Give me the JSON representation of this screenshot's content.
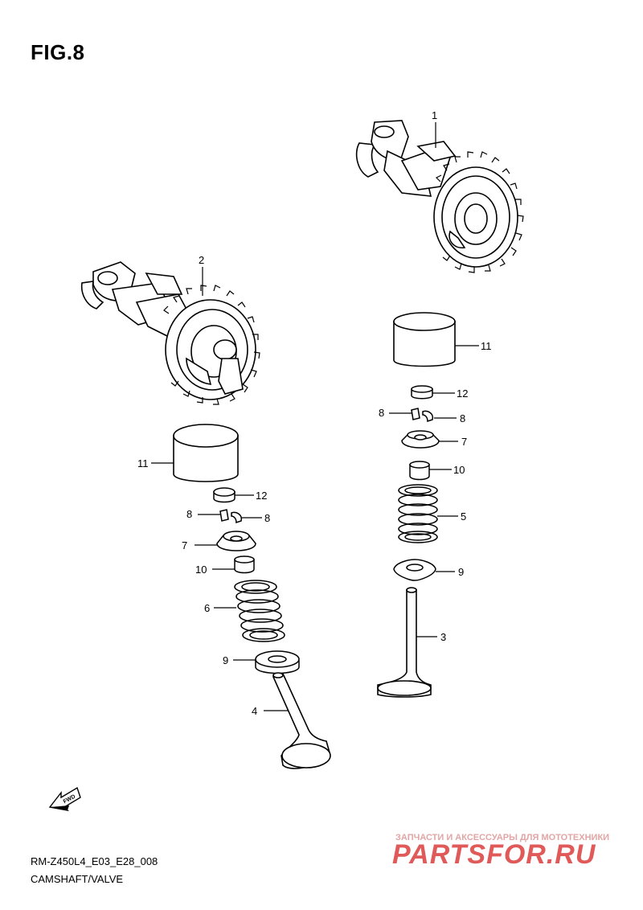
{
  "figure": {
    "title": "FIG.8",
    "model_code": "RM-Z450L4_E03_E28_008",
    "section_name": "CAMSHAFT/VALVE",
    "fwd_label": "FWD"
  },
  "callouts": {
    "c1": "1",
    "c2": "2",
    "c3": "3",
    "c4": "4",
    "c5": "5",
    "c6": "6",
    "c7_right": "7",
    "c7_left": "7",
    "c8_right_a": "8",
    "c8_right_b": "8",
    "c8_left_a": "8",
    "c8_left_b": "8",
    "c9_right": "9",
    "c9_left": "9",
    "c10_right": "10",
    "c10_left": "10",
    "c11_right": "11",
    "c11_left": "11",
    "c12_right": "12",
    "c12_left": "12"
  },
  "watermark": {
    "caption": "ЗАПЧАСТИ И АКСЕССУАРЫ ДЛЯ МОТОТЕХНИКИ",
    "logo": "PARTSFOR.RU"
  }
}
